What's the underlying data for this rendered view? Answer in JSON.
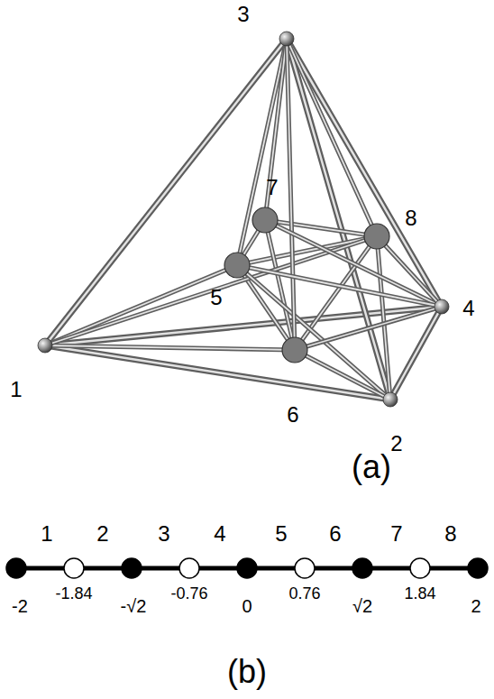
{
  "diagram": {
    "labels": [
      "3",
      "7",
      "8",
      "5",
      "4",
      "1",
      "6",
      "2",
      "(a)",
      "1",
      "2",
      "3",
      "4",
      "5",
      "6",
      "7",
      "8",
      "-2",
      "-1.84",
      "-√2",
      "-0.76",
      "0",
      "0.76",
      "√2",
      "1.84",
      "2",
      "(b)"
    ]
  }
}
